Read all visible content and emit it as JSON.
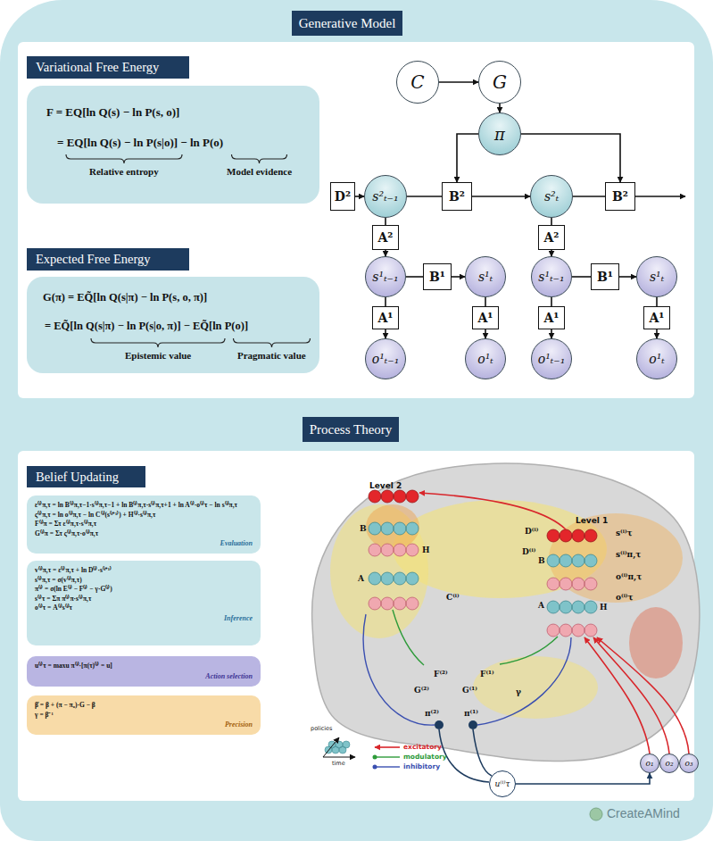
{
  "diagram": {
    "nodes": [
      {
        "text": [
          "Generative Model"
        ]
      },
      {
        "text": [
          "Variational Free Energy"
        ]
      },
      {
        "text": [
          "F = EQ[ln Q(s) − ln P(s, o)]",
          "= EQ[ln Q(s) − ln P(s|o)] − ln P(o)",
          "Relative entropy",
          "Model evidence"
        ]
      },
      {
        "text": [
          "Expected Free Energy"
        ]
      },
      {
        "text": [
          "G(π) = EQ̃[ln Q(s|π) − ln P(s, o, π)]",
          "= EQ̃[ln Q(s|π) − ln P(s|o, π)] − EQ̃[ln P(o)]",
          "Epistemic value",
          "Pragmatic value"
        ]
      },
      {
        "text": [
          "C"
        ]
      },
      {
        "text": [
          "G"
        ]
      },
      {
        "text": [
          "π"
        ]
      },
      {
        "text": [
          "D²"
        ]
      },
      {
        "text": [
          "s²ₜ₋₁"
        ]
      },
      {
        "text": [
          "B²"
        ]
      },
      {
        "text": [
          "s²ₜ"
        ]
      },
      {
        "text": [
          "B²"
        ]
      },
      {
        "text": [
          "A²"
        ]
      },
      {
        "text": [
          "A²"
        ]
      },
      {
        "text": [
          "s¹ₜ₋₁"
        ]
      },
      {
        "text": [
          "B¹"
        ]
      },
      {
        "text": [
          "s¹ₜ"
        ]
      },
      {
        "text": [
          "s¹ₜ₋₁"
        ]
      },
      {
        "text": [
          "B¹"
        ]
      },
      {
        "text": [
          "s¹ₜ"
        ]
      },
      {
        "text": [
          "A¹"
        ]
      },
      {
        "text": [
          "A¹"
        ]
      },
      {
        "text": [
          "A¹"
        ]
      },
      {
        "text": [
          "A¹"
        ]
      },
      {
        "text": [
          "o¹ₜ₋₁"
        ]
      },
      {
        "text": [
          "o¹ₜ"
        ]
      },
      {
        "text": [
          "o¹ₜ₋₁"
        ]
      },
      {
        "text": [
          "o¹ₜ"
        ]
      },
      {
        "text": [
          "Process Theory"
        ]
      },
      {
        "text": [
          "Belief Updating"
        ]
      },
      {
        "text": [
          "ε⁽ⁱ⁾π,τ = ln B⁽ⁱ⁾π,τ−1·s⁽ⁱ⁾π,τ−1 + ln B⁽ⁱ⁾π,τ·s⁽ⁱ⁾π,τ+1 + ln A⁽ⁱ⁾·o⁽ⁱ⁾τ − ln s⁽ⁱ⁾π,τ",
          "ς⁽ⁱ⁾π,τ = ln o⁽ⁱ⁾π,τ − ln C⁽ⁱ⁾(s⁽ⁱ⁺¹⁾) + H⁽ⁱ⁾·s⁽ⁱ⁾π,τ",
          "F⁽ⁱ⁾π = Στ ε⁽ⁱ⁾π,τ·s⁽ⁱ⁾π,τ",
          "G⁽ⁱ⁾π = Στ ς⁽ⁱ⁾π,τ·o⁽ⁱ⁾π,τ",
          "Evaluation"
        ]
      },
      {
        "text": [
          "v⁽ⁱ⁾π,τ = ε⁽ⁱ⁾π,τ + ln D⁽ⁱ⁾·s⁽ⁱ⁺¹⁾",
          "s⁽ⁱ⁾π,τ = σ(v⁽ⁱ⁾π,τ)",
          "π⁽ⁱ⁾ = σ(ln E⁽ⁱ⁾ − F⁽ⁱ⁾ − γ·G⁽ⁱ⁾)",
          "s⁽ⁱ⁾τ = Σπ π⁽ⁱ⁾π·s⁽ⁱ⁾π,τ",
          "o⁽ⁱ⁾τ = A⁽ⁱ⁾s⁽ⁱ⁾τ",
          "Inference"
        ]
      },
      {
        "text": [
          "u⁽ⁱ⁾τ = maxu π⁽ⁱ⁾·[π(τ)⁽ⁱ⁾ = u]",
          "Action selection"
        ]
      },
      {
        "text": [
          "β̇ = β + (π − π₀)·G − β",
          "γ = β⁻¹",
          "Precision"
        ]
      },
      {
        "text": [
          "u⁽ⁱ⁾τ"
        ]
      },
      {
        "text": [
          "o₁"
        ]
      },
      {
        "text": [
          "o₂"
        ]
      },
      {
        "text": [
          "o₃"
        ]
      }
    ],
    "edges": [
      {
        "from": 5,
        "to": 6,
        "arrow": "to"
      },
      {
        "from": 6,
        "to": 7,
        "arrow": "to"
      },
      {
        "from": 7,
        "to": 10,
        "arrow": "to"
      },
      {
        "from": 7,
        "to": 12,
        "arrow": "to"
      },
      {
        "from": 8,
        "to": 9,
        "arrow": "to"
      },
      {
        "from": 9,
        "to": 10,
        "arrow": "none"
      },
      {
        "from": 10,
        "to": 11,
        "arrow": "to"
      },
      {
        "from": 11,
        "to": 12,
        "arrow": "none"
      },
      {
        "from": 9,
        "to": 13,
        "arrow": "none"
      },
      {
        "from": 13,
        "to": 15,
        "arrow": "to"
      },
      {
        "from": 11,
        "to": 14,
        "arrow": "none"
      },
      {
        "from": 14,
        "to": 18,
        "arrow": "to"
      },
      {
        "from": 15,
        "to": 16,
        "arrow": "none"
      },
      {
        "from": 16,
        "to": 17,
        "arrow": "to"
      },
      {
        "from": 18,
        "to": 19,
        "arrow": "none"
      },
      {
        "from": 19,
        "to": 20,
        "arrow": "to"
      },
      {
        "from": 15,
        "to": 21,
        "arrow": "none"
      },
      {
        "from": 21,
        "to": 25,
        "arrow": "to"
      },
      {
        "from": 17,
        "to": 22,
        "arrow": "none"
      },
      {
        "from": 22,
        "to": 26,
        "arrow": "to"
      },
      {
        "from": 18,
        "to": 23,
        "arrow": "none"
      },
      {
        "from": 23,
        "to": 27,
        "arrow": "to"
      },
      {
        "from": 20,
        "to": 24,
        "arrow": "none"
      },
      {
        "from": 24,
        "to": 28,
        "arrow": "to"
      },
      {
        "from": 35,
        "to": 36,
        "arrow": "to"
      }
    ],
    "labels": [
      "Level 2",
      "Level 1",
      "D⁽ⁱ⁾",
      "B",
      "H",
      "A",
      "C⁽ⁱ⁾",
      "D⁽ⁱ⁾",
      "B",
      "H",
      "A",
      "s⁽ⁱ⁾τ",
      "s⁽ⁱ⁾π,τ",
      "o⁽ⁱ⁾π,τ",
      "o⁽ⁱ⁾τ",
      "G⁽²⁾",
      "F⁽²⁾",
      "G⁽¹⁾",
      "F⁽¹⁾",
      "γ",
      "π⁽²⁾",
      "π⁽¹⁾",
      "policies",
      "time",
      "CreateAMind"
    ],
    "legend": [
      {
        "text": "excitatory"
      },
      {
        "text": "modulatory"
      },
      {
        "text": "inhibitory"
      }
    ]
  }
}
